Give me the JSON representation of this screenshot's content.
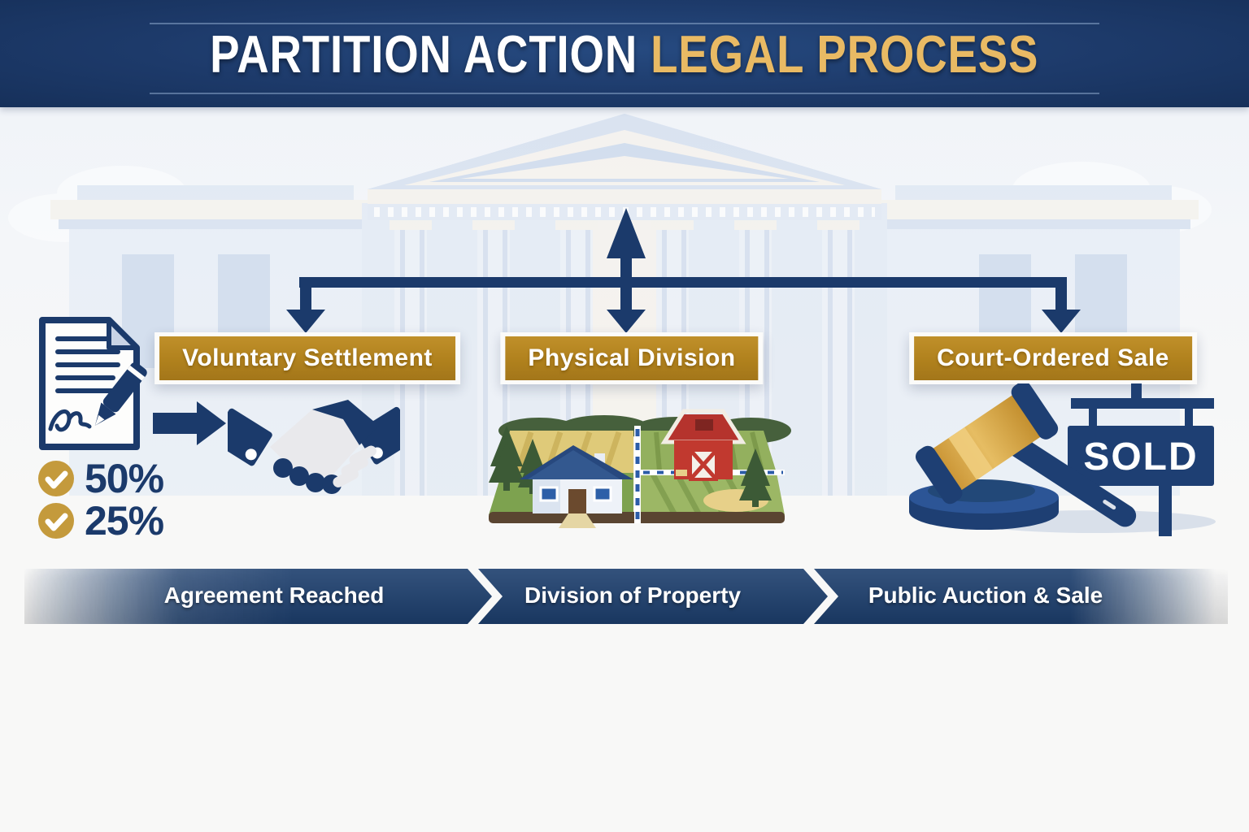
{
  "header": {
    "title_primary": "PARTITION ACTION ",
    "title_accent": "LEGAL PROCESS"
  },
  "branches": [
    {
      "label": "Voluntary Settlement",
      "icon": "handshake-icon"
    },
    {
      "label": "Physical Division",
      "icon": "divided-farm-illustration"
    },
    {
      "label": "Court-Ordered Sale",
      "icon": "gavel-and-sold-sign-icon"
    }
  ],
  "shares": [
    {
      "value": "50%",
      "icon": "gold-check-icon"
    },
    {
      "value": "25%",
      "icon": "gold-check-icon"
    }
  ],
  "sold_label": "SOLD",
  "timeline": [
    {
      "label": "Agreement Reached"
    },
    {
      "label": "Division of Property"
    },
    {
      "label": "Public Auction & Sale"
    }
  ],
  "icons": {
    "background": "courthouse-illustration",
    "left": "signed-agreement-document-icon",
    "flow": "right-arrow-icon",
    "connector": "branching-arrows"
  },
  "colors": {
    "navy": "#1b3a6b",
    "header_navy": "#1d3a6a",
    "banner_gold": "#b0811d",
    "title_gold": "#e9ba64",
    "check_gold": "#c49a3c",
    "timeline_navy": "#1c3e6d"
  }
}
